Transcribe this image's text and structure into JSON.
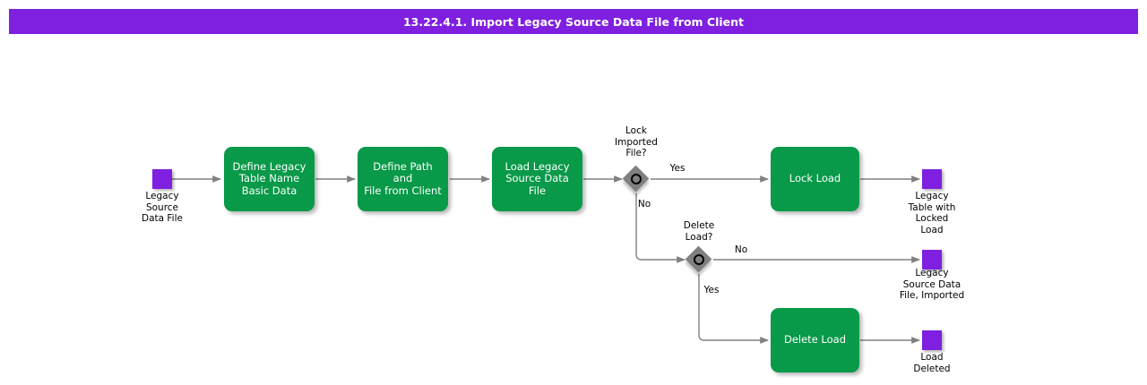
{
  "header": {
    "title": "13.22.4.1. Import Legacy Source Data File from Client",
    "bar_color": "#7F1FE0",
    "text_color": "#FFFFFF"
  },
  "palette": {
    "task_fill": "#089949",
    "task_text": "#FFFFFF",
    "data_node_fill": "#7F1FE0",
    "gateway_fill": "#808080",
    "gateway_ring": "#000000",
    "connector": "#808080",
    "label_text": "#000000",
    "background": "#FFFFFF"
  },
  "diagram": {
    "type": "bpmn-flowchart",
    "tasks": [
      {
        "id": "define-legacy-table-name-basic-data",
        "label": "Define Legacy\nTable Name\nBasic Data"
      },
      {
        "id": "define-path-and-file-from-client",
        "label": "Define Path and\nFile from Client"
      },
      {
        "id": "load-legacy-source-data-file",
        "label": "Load Legacy\nSource Data File"
      },
      {
        "id": "lock-load",
        "label": "Lock Load"
      },
      {
        "id": "delete-load",
        "label": "Delete Load"
      }
    ],
    "data_nodes": [
      {
        "id": "legacy-source-data-file",
        "label": "Legacy\nSource\nData File"
      },
      {
        "id": "legacy-table-with-locked-load",
        "label": "Legacy\nTable with\nLocked\nLoad"
      },
      {
        "id": "legacy-source-data-file-imported",
        "label": "Legacy\nSource Data\nFile, Imported"
      },
      {
        "id": "load-deleted",
        "label": "Load\nDeleted"
      }
    ],
    "gateways": [
      {
        "id": "lock-imported-file",
        "label": "Lock\nImported\nFile?"
      },
      {
        "id": "delete-load",
        "label": "Delete\nLoad?"
      }
    ],
    "flow_labels": [
      {
        "id": "lock-yes",
        "label": "Yes"
      },
      {
        "id": "lock-no",
        "label": "No"
      },
      {
        "id": "delete-no",
        "label": "No"
      },
      {
        "id": "delete-yes",
        "label": "Yes"
      }
    ]
  }
}
